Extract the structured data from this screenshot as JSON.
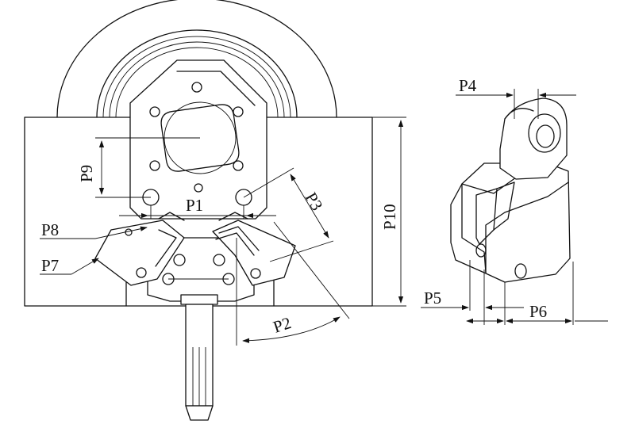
{
  "labels": {
    "p1": "P1",
    "p2": "P2",
    "p3": "P3",
    "p4": "P4",
    "p5": "P5",
    "p6": "P6",
    "p7": "P7",
    "p8": "P8",
    "p9": "P9",
    "p10": "P10"
  }
}
